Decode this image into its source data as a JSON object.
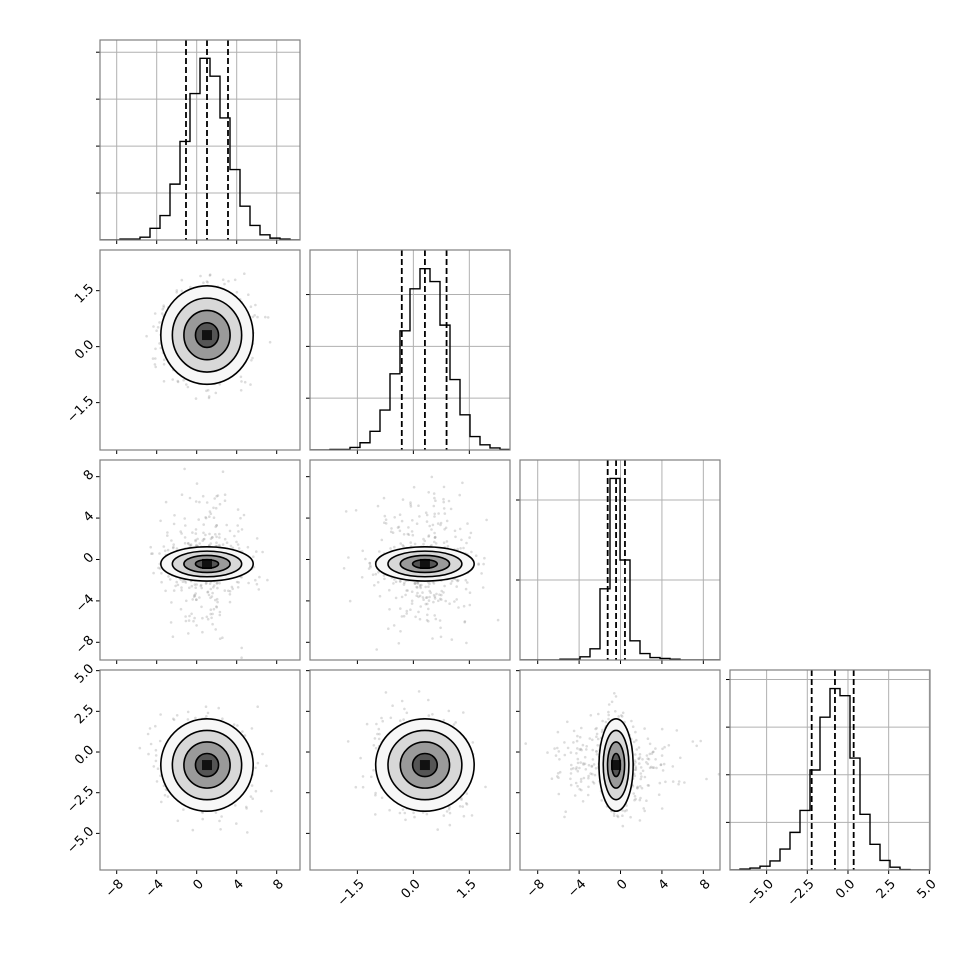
{
  "chart_data": {
    "type": "corner",
    "title": "",
    "parameters": [
      {
        "range": [
          -9.67,
          10.33
        ],
        "ticks": [
          -8,
          -4,
          0,
          4,
          8
        ],
        "tick_labels": [
          "−8",
          "−4",
          "0",
          "4",
          "8"
        ],
        "mean": 1.03,
        "sd": 2.1,
        "core_sd": 2.1,
        "tail_sd": 2.1,
        "tail_frac": 0,
        "quantiles": [
          -1.07,
          1.03,
          3.13
        ],
        "hist": [
          0,
          0,
          0.02,
          0.02,
          0.06,
          0.25,
          0.52,
          1.19,
          2.1,
          3.12,
          3.87,
          3.49,
          2.6,
          1.5,
          0.72,
          0.31,
          0.11,
          0.04,
          0.02,
          0
        ],
        "hist_ymax": 4.26,
        "hist_yticks": [
          1,
          2,
          3,
          4
        ]
      },
      {
        "range": [
          -2.77,
          2.59
        ],
        "ticks": [
          -1.5,
          0.0,
          1.5
        ],
        "tick_labels": [
          "−1.5",
          "0.0",
          "1.5"
        ],
        "mean": 0.31,
        "sd": 0.6,
        "core_sd": 0.6,
        "tail_sd": 0.6,
        "tail_frac": 0,
        "quantiles": [
          -0.31,
          0.31,
          0.89
        ],
        "hist": [
          0,
          0,
          0.01,
          0.01,
          0.05,
          0.14,
          0.36,
          0.77,
          1.47,
          2.3,
          3.11,
          3.5,
          3.25,
          2.41,
          1.36,
          0.68,
          0.26,
          0.1,
          0.04,
          0.01
        ],
        "hist_ymax": 3.86,
        "hist_yticks": [
          1,
          2,
          3
        ]
      },
      {
        "range": [
          -9.71,
          9.61
        ],
        "ticks": [
          -8,
          -4,
          0,
          4,
          8
        ],
        "tick_labels": [
          "−8",
          "−4",
          "0",
          "4",
          "8"
        ],
        "mean": -0.43,
        "sd": 0.84,
        "core_sd": 0.75,
        "tail_sd": 3.2,
        "tail_frac": 0.3,
        "quantiles": [
          -1.24,
          -0.43,
          0.43
        ],
        "hist": [
          0,
          0,
          0,
          0,
          0.01,
          0.01,
          0.04,
          0.14,
          0.89,
          2.27,
          1.25,
          0.24,
          0.08,
          0.03,
          0.02,
          0.01,
          0,
          0,
          0,
          0
        ],
        "hist_ymax": 2.5,
        "hist_yticks": [
          1,
          2
        ]
      },
      {
        "range": [
          -7.25,
          5.04
        ],
        "ticks": [
          -5.0,
          -2.5,
          0.0,
          2.5,
          5.0
        ],
        "tick_labels": [
          "−5.0",
          "−2.5",
          "0.0",
          "2.5",
          "5.0"
        ],
        "mean": -0.8,
        "sd": 1.29,
        "core_sd": 1.29,
        "tail_sd": 1.29,
        "tail_frac": 0,
        "quantiles": [
          -2.23,
          -0.8,
          0.35
        ],
        "hist": [
          0,
          0.02,
          0.04,
          0.08,
          0.19,
          0.44,
          0.79,
          1.25,
          2.1,
          3.21,
          3.81,
          3.66,
          2.35,
          1.17,
          0.54,
          0.2,
          0.06,
          0.01,
          0,
          0
        ],
        "hist_ymax": 4.2,
        "hist_yticks": [
          1,
          2,
          3,
          4
        ]
      }
    ],
    "contour_levels_sigma": [
      0.5,
      1.0,
      1.5,
      2.0
    ],
    "grid": true,
    "colors": {
      "line": "#000000",
      "frame": "#808080",
      "grid": "#b0b0b0",
      "scatter": "#9a9a9a"
    }
  }
}
